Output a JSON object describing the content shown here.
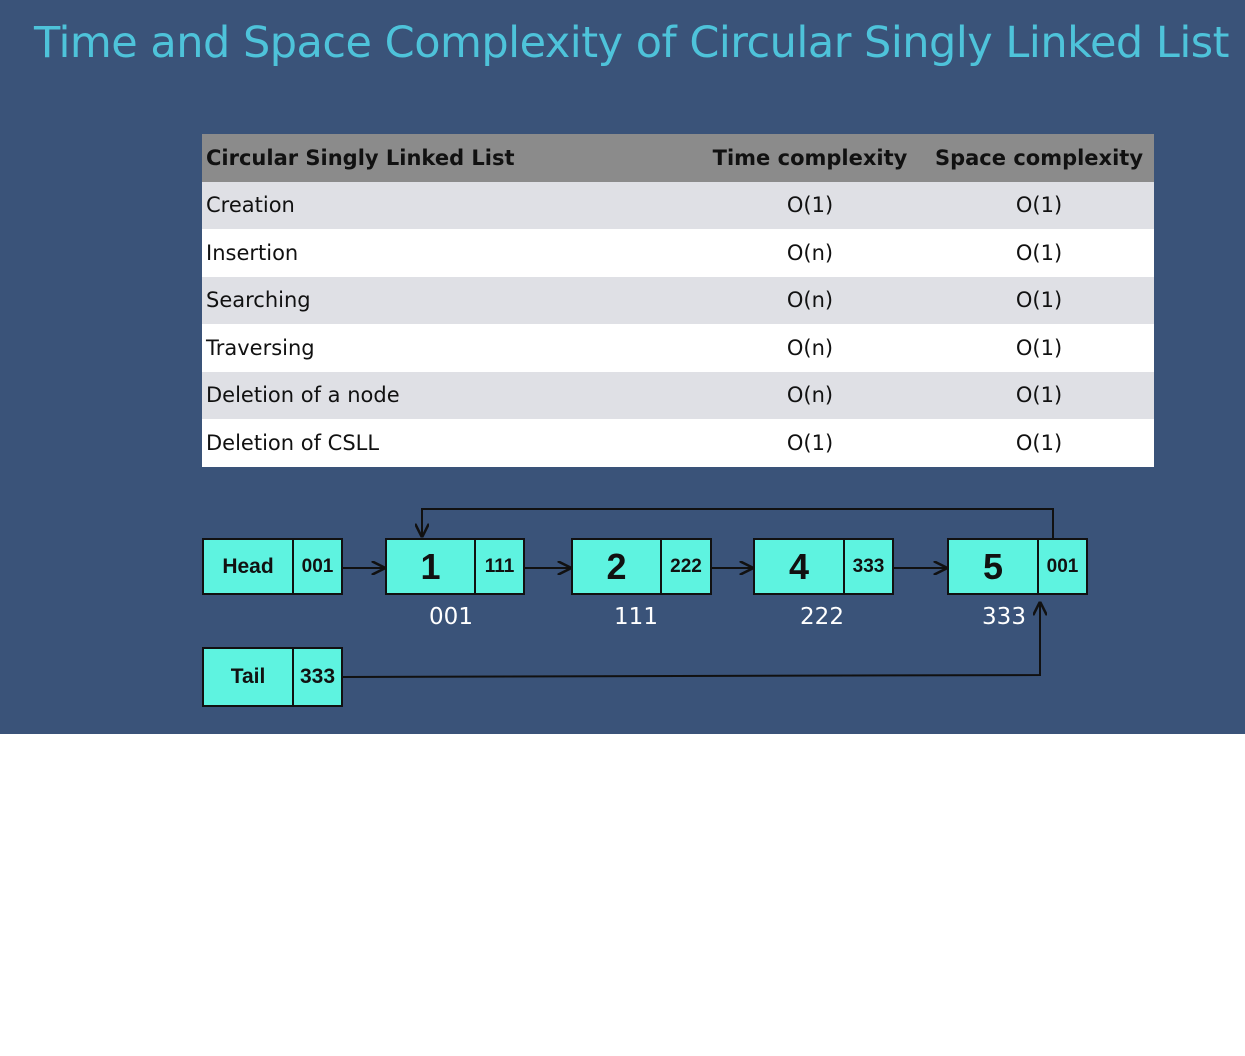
{
  "title": "Time and Space Complexity of Circular Singly Linked List",
  "table": {
    "headers": [
      "Circular Singly Linked List",
      "Time complexity",
      "Space complexity"
    ],
    "rows": [
      [
        "Creation",
        "O(1)",
        "O(1)"
      ],
      [
        "Insertion",
        "O(n)",
        "O(1)"
      ],
      [
        "Searching",
        "O(n)",
        "O(1)"
      ],
      [
        "Traversing",
        "O(n)",
        "O(1)"
      ],
      [
        "Deletion of a node",
        "O(n)",
        "O(1)"
      ],
      [
        "Deletion of CSLL",
        "O(1)",
        "O(1)"
      ]
    ]
  },
  "diagram": {
    "head": {
      "label": "Head",
      "pointer": "001"
    },
    "tail": {
      "label": "Tail",
      "pointer": "333"
    },
    "nodes": [
      {
        "value": "1",
        "next": "111",
        "address": "001"
      },
      {
        "value": "2",
        "next": "222",
        "address": "111"
      },
      {
        "value": "4",
        "next": "333",
        "address": "222"
      },
      {
        "value": "5",
        "next": "001",
        "address": "333"
      }
    ],
    "colors": {
      "background": "#3a5379",
      "node_fill": "#5ef3e0",
      "title": "#4ec3da"
    }
  }
}
